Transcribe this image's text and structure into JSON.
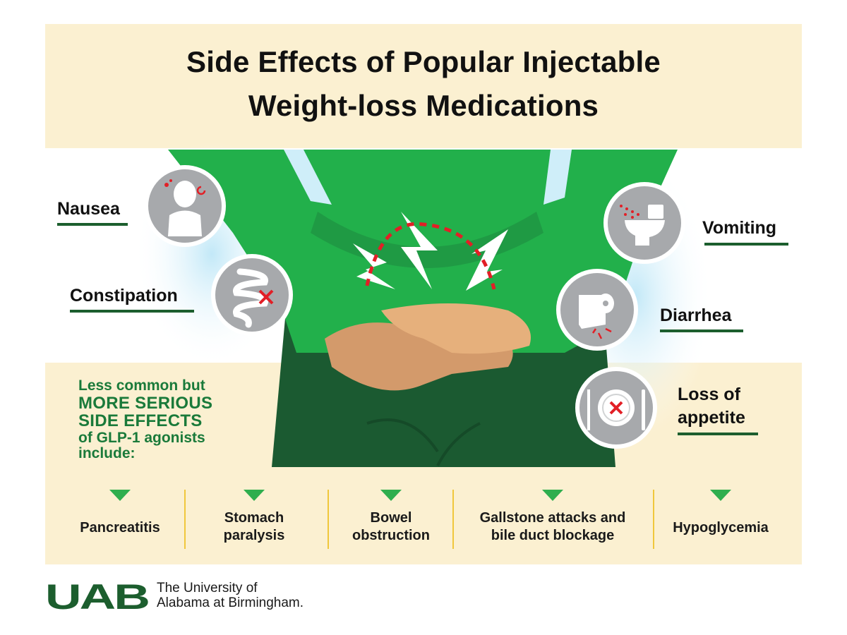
{
  "title": {
    "line1": "Side Effects of Popular Injectable",
    "line2": "Weight-loss Medications"
  },
  "common_side_effects": [
    {
      "label": "Nausea",
      "icon": "nausea-person-icon"
    },
    {
      "label": "Constipation",
      "icon": "intestine-blocked-icon"
    },
    {
      "label": "Vomiting",
      "icon": "toilet-icon"
    },
    {
      "label": "Diarrhea",
      "icon": "toilet-paper-icon"
    },
    {
      "label_line1": "Loss of",
      "label_line2": "appetite",
      "icon": "plate-cutlery-x-icon"
    }
  ],
  "serious": {
    "line1": "Less common but",
    "line2": "MORE SERIOUS",
    "line3": "SIDE EFFECTS",
    "line4": "of GLP-1 agonists",
    "line5": "include:"
  },
  "serious_list": [
    {
      "line1": "Pancreatitis"
    },
    {
      "line1": "Stomach",
      "line2": "paralysis"
    },
    {
      "line1": "Bowel",
      "line2": "obstruction"
    },
    {
      "line1": "Gallstone attacks and",
      "line2": "bile duct blockage"
    },
    {
      "line1": "Hypoglycemia"
    }
  ],
  "footer": {
    "logo_text": "UAB",
    "org_line1": "The University of",
    "org_line2": "Alabama at Birmingham."
  },
  "colors": {
    "cream": "#fbf0d1",
    "shirt_green": "#22b04b",
    "pants_green": "#1b5a31",
    "dark_green": "#1c5e2e",
    "accent_green": "#1a7a3a",
    "icon_gray": "#a7a9ac",
    "red": "#e21f26",
    "divider_yellow": "#f0c73c"
  }
}
